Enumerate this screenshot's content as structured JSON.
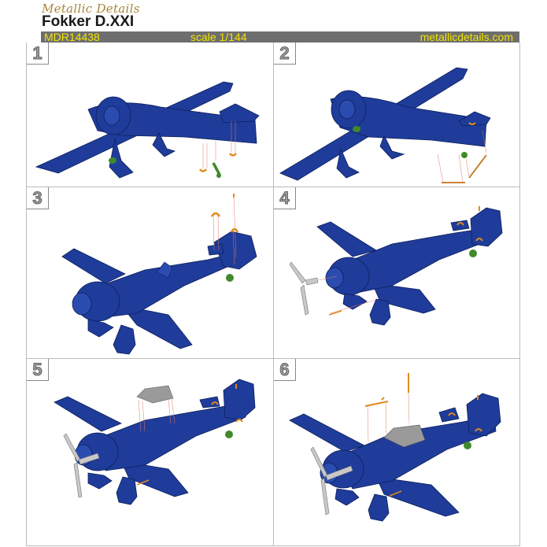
{
  "header": {
    "brand": "Metallic Details",
    "title": "Fokker D.XXI",
    "product_code": "MDR14438",
    "scale": "scale 1/144",
    "website": "metallicdetails.com"
  },
  "colors": {
    "bar_bg": "#6e6e6e",
    "bar_text": "#f2e400",
    "aircraft": "#1f3c9a",
    "photo_etch": "#e08a1e",
    "resin_green": "#3f8a2a",
    "canopy_gray": "#9a9a9a"
  },
  "steps": [
    {
      "number": "1",
      "view": "underside",
      "parts": [
        "tail-wheel-fork",
        "tailplane-bracing-hooks",
        "green-wheel-pants-detail"
      ]
    },
    {
      "number": "2",
      "view": "underside",
      "parts": [
        "tailplane-struts",
        "green-tail-wheel"
      ]
    },
    {
      "number": "3",
      "view": "topside",
      "parts": [
        "tailplane-hooks",
        "rudder-mast"
      ]
    },
    {
      "number": "4",
      "view": "topside",
      "parts": [
        "propeller",
        "pitot-tube"
      ]
    },
    {
      "number": "5",
      "view": "topside",
      "parts": [
        "canopy"
      ]
    },
    {
      "number": "6",
      "view": "topside",
      "parts": [
        "gunsight-bar",
        "antenna-mast"
      ]
    }
  ]
}
